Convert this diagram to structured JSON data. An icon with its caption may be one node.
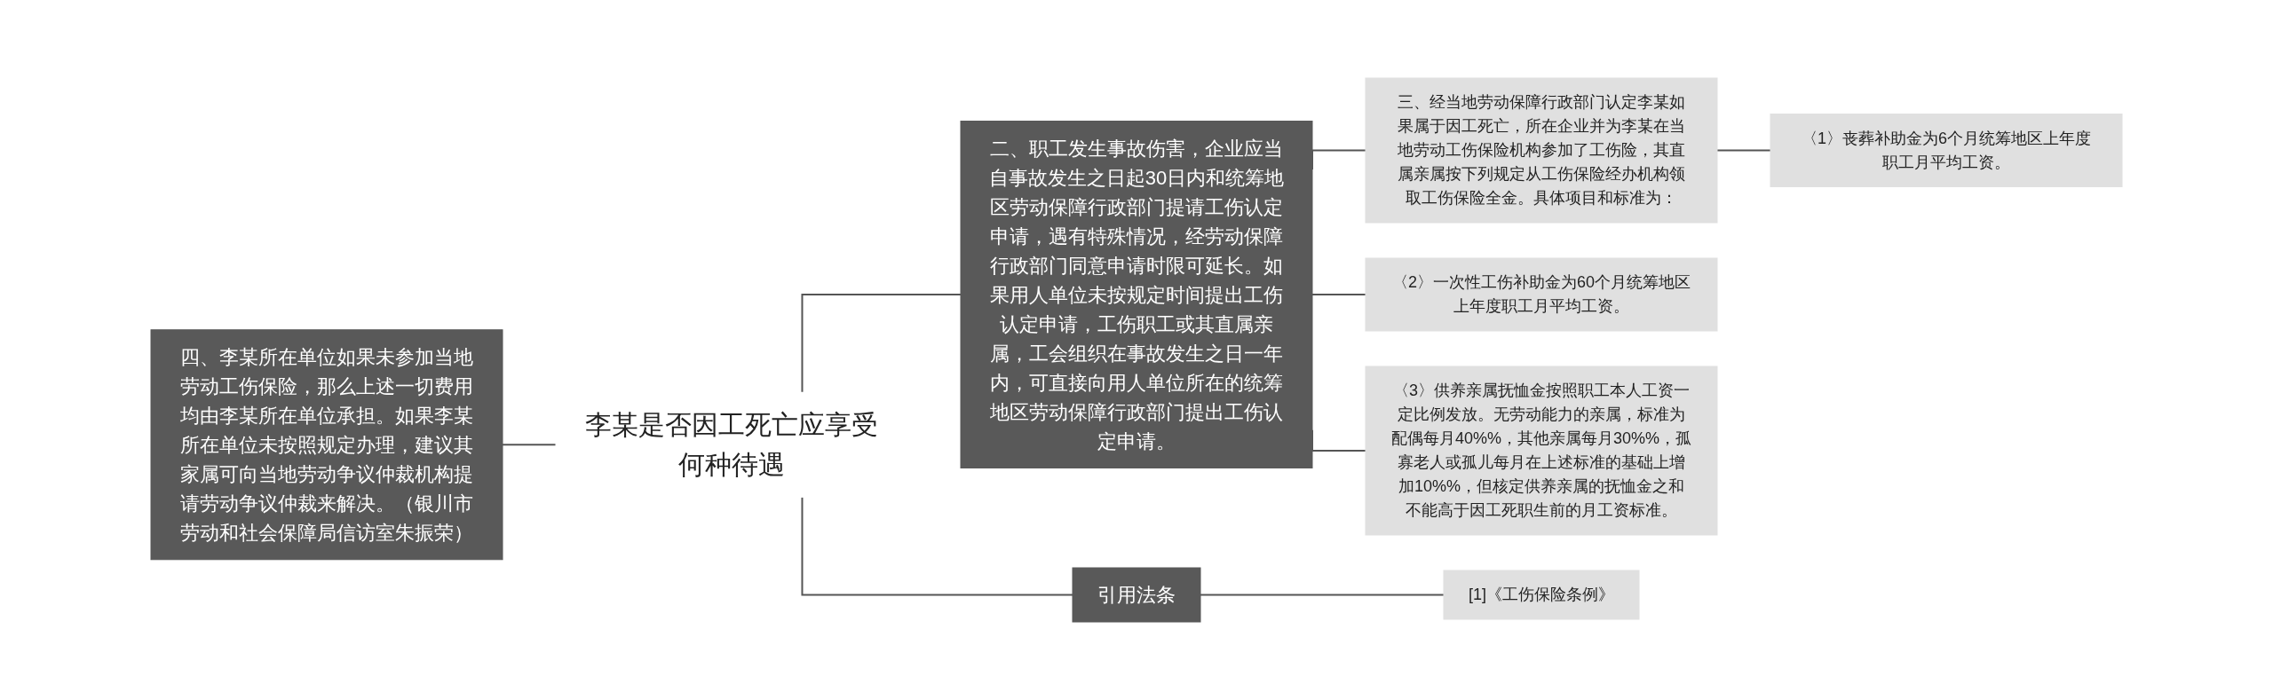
{
  "diagram": {
    "nodes": [
      {
        "text": [
          "李某是否因工死亡应享受何种待遇"
        ]
      },
      {
        "text": [
          "四、李某所在单位如果未参加当地劳动工伤保险，那么上述一切费用均由李某所在单位承担。如果李某所在单位未按照规定办理，建议其家属可向当地劳动争议仲裁机构提请劳动争议仲裁来解决。（银川市劳动和社会保障局信访室朱振荣）"
        ]
      },
      {
        "text": [
          "二、职工发生事故伤害，企业应当自事故发生之日起30日内和统筹地区劳动保障行政部门提请工伤认定申请，遇有特殊情况，经劳动保障行政部门同意申请时限可延长。如果用人单位未按规定时间提出工伤认定申请，工伤职工或其直属亲属，工会组织在事故发生之日一年内，可直接向用人单位所在的统筹地区劳动保障行政部门提出工伤认定申请。"
        ]
      },
      {
        "text": [
          "三、经当地劳动保障行政部门认定李某如果属于因工死亡，所在企业并为李某在当地劳动工伤保险机构参加了工伤险，其直属亲属按下列规定从工伤保险经办机构领取工伤保险全金。具体项目和标准为："
        ]
      },
      {
        "text": [
          "〈1〉丧葬补助金为6个月统筹地区上年度职工月平均工资。"
        ]
      },
      {
        "text": [
          "〈2〉一次性工伤补助金为60个月统筹地区上年度职工月平均工资。"
        ]
      },
      {
        "text": [
          "〈3〉供养亲属抚恤金按照职工本人工资一定比例发放。无劳动能力的亲属，标准为配偶每月40%%，其他亲属每月30%%，孤寡老人或孤儿每月在上述标准的基础上增加10%%，但核定供养亲属的抚恤金之和不能高于因工死职生前的月工资标准。"
        ]
      },
      {
        "text": [
          "引用法条"
        ]
      },
      {
        "text": [
          "[1]《工伤保险条例》"
        ]
      }
    ],
    "edges": [
      {
        "from": 1,
        "to": 0,
        "arrow": "none"
      },
      {
        "from": 0,
        "to": 2,
        "arrow": "none"
      },
      {
        "from": 0,
        "to": 7,
        "arrow": "none"
      },
      {
        "from": 2,
        "to": 3,
        "arrow": "none"
      },
      {
        "from": 2,
        "to": 5,
        "arrow": "none"
      },
      {
        "from": 2,
        "to": 6,
        "arrow": "none"
      },
      {
        "from": 3,
        "to": 4,
        "arrow": "none"
      },
      {
        "from": 7,
        "to": 8,
        "arrow": "none"
      }
    ]
  }
}
